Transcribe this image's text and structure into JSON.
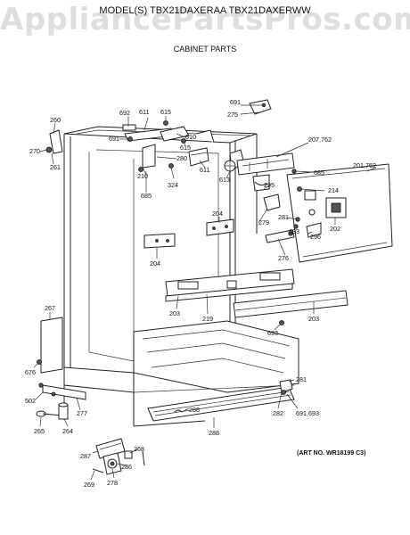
{
  "watermark": "AppliancePartsPros.com",
  "title": "MODEL(S) TBX21DAXERAA TBX21DAXERWW",
  "section": "CABINET PARTS",
  "art_no": "(ART NO. WR18199 C3)",
  "callouts": [
    "691",
    "275",
    "692",
    "611",
    "615",
    "260",
    "691",
    "610",
    "280",
    "207,762",
    "270",
    "261",
    "615",
    "210",
    "324",
    "611",
    "613",
    "685",
    "201,762",
    "685",
    "214",
    "295",
    "204",
    "281",
    "202",
    "279",
    "693",
    "296",
    "204",
    "276",
    "203",
    "219",
    "267",
    "203",
    "693",
    "676",
    "281",
    "502",
    "277",
    "288",
    "282",
    "691,693",
    "265",
    "264",
    "288",
    "268",
    "287",
    "286",
    "269",
    "278"
  ]
}
